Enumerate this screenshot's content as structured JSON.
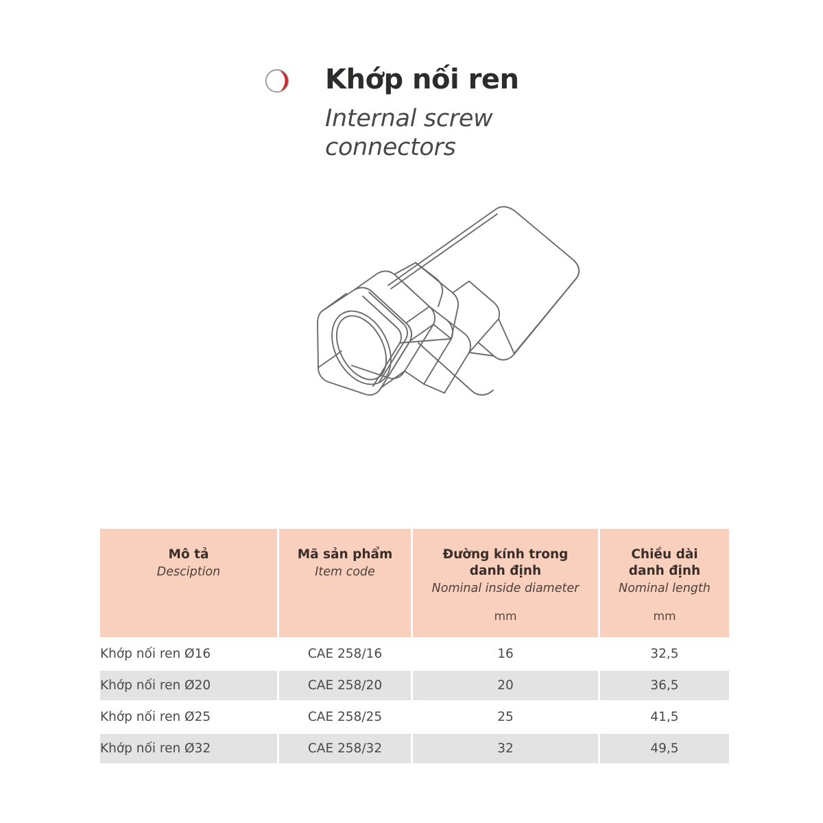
{
  "header": {
    "bullet_icon": "half-red-circle-icon",
    "title_vi": "Khớp nối ren",
    "title_en_line1": "Internal screw",
    "title_en_line2": "connectors"
  },
  "drawing": {
    "name": "internal-screw-connector-isometric-drawing",
    "alt": "Isometric line drawing of a hexagonal internal screw connector with cylindrical body"
  },
  "colors": {
    "header_bg": "#f9cfbe",
    "alt_row_bg": "#e3e3e3",
    "row_bg": "#ffffff",
    "text_dark": "#3a2e28",
    "body_text": "#494949",
    "accent_red": "#cc2229"
  },
  "table": {
    "columns": [
      {
        "vi": "Mô tả",
        "en": "Desciption",
        "unit": ""
      },
      {
        "vi": "Mã sản phẩm",
        "en": "Item code",
        "unit": ""
      },
      {
        "vi": "Đường kính trong\ndanh định",
        "vi_line1": "Đường kính trong",
        "vi_line2": "danh định",
        "en": "Nominal inside diameter",
        "unit": "mm"
      },
      {
        "vi": "Chiều dài\ndanh định",
        "vi_line1": "Chiều dài",
        "vi_line2": "danh định",
        "en": "Nominal length",
        "unit": "mm"
      }
    ],
    "rows": [
      {
        "description": "Khớp nối ren Ø16",
        "item_code": "CAE 258/16",
        "nominal_inside_diameter": "16",
        "nominal_length": "32,5"
      },
      {
        "description": "Khớp nối ren Ø20",
        "item_code": "CAE 258/20",
        "nominal_inside_diameter": "20",
        "nominal_length": "36,5"
      },
      {
        "description": "Khớp nối ren Ø25",
        "item_code": "CAE 258/25",
        "nominal_inside_diameter": "25",
        "nominal_length": "41,5"
      },
      {
        "description": "Khớp nối ren Ø32",
        "item_code": "CAE 258/32",
        "nominal_inside_diameter": "32",
        "nominal_length": "49,5"
      }
    ]
  }
}
